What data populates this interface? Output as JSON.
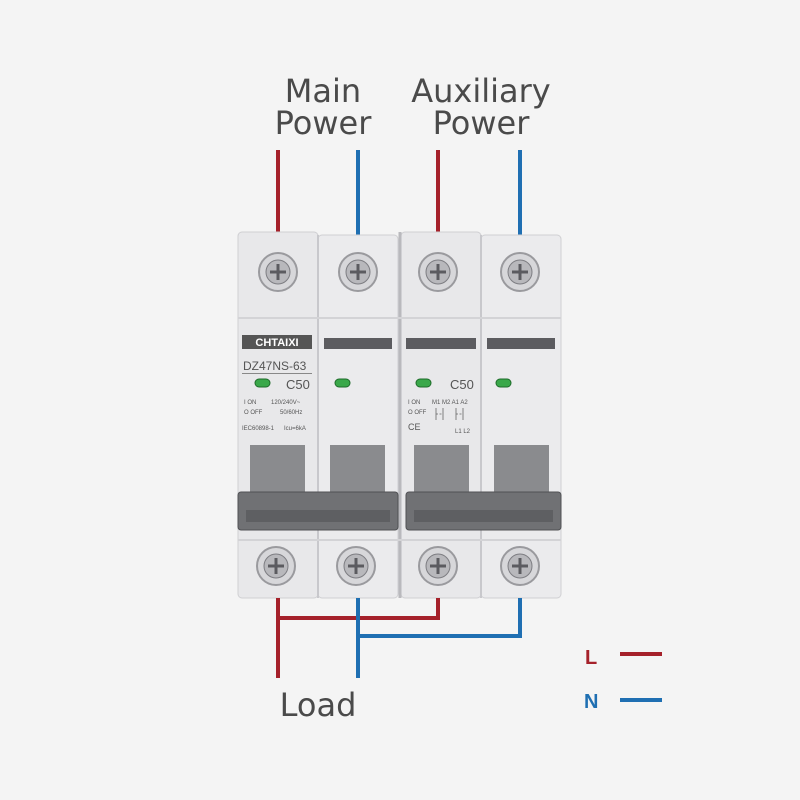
{
  "labels": {
    "main_power": [
      "Main",
      "Power"
    ],
    "aux_power": [
      "Auxiliary",
      "Power"
    ],
    "load": "Load"
  },
  "legend": [
    {
      "key": "L",
      "color": "#a5212a"
    },
    {
      "key": "N",
      "color": "#1f6fb2"
    }
  ],
  "breaker": {
    "brand": "CHTAIXI",
    "model": "DZ47NS-63",
    "rating_left": "C50",
    "rating_right": "C50",
    "switch_on": "I ON",
    "switch_off": "O OFF",
    "voltage": "120/240V~",
    "frequency": "50/60Hz",
    "standard": "IEC60898-1",
    "icu": "Icu=6kA",
    "ce_mark": "CE",
    "schematic_top": "M1 M2  A1 A2",
    "schematic_bottom": "L1 L2",
    "indicator_color": "#3aa84a"
  },
  "colors": {
    "live": "#a5212a",
    "neutral": "#1f6fb2",
    "housing": "#e9e9eb",
    "handle": "#707174"
  }
}
